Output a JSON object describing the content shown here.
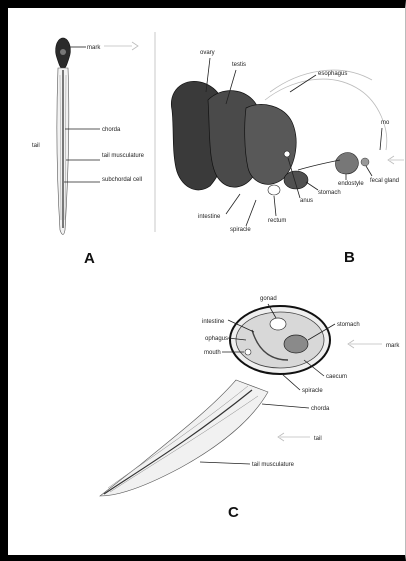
{
  "panels": {
    "a": {
      "letter": "A",
      "labels": {
        "mark": "mark",
        "tail": "tail",
        "chorda": "chorda",
        "tail_musculature": "tail musculature",
        "subchordal_cell": "subchordal cell"
      }
    },
    "b": {
      "letter": "B",
      "labels": {
        "ovary": "ovary",
        "testis": "testis",
        "esophagus": "esophagus",
        "intestine": "intestine",
        "spiracle": "spiracle",
        "rectum": "rectum",
        "anus": "anus",
        "stomach": "stomach",
        "endostyle": "endostyle",
        "fecal_gland": "fecal gland",
        "mo_cut": "mo"
      }
    },
    "c": {
      "letter": "C",
      "labels": {
        "gonad": "gonad",
        "intestine": "intestine",
        "stomach": "stomach",
        "ophagus": "ophagus",
        "mark": "mark",
        "mouth": "mouth",
        "caecum": "caecum",
        "spiracle": "spiracle",
        "chorda": "chorda",
        "tail": "tail",
        "tail_musculature": "tail musculature"
      }
    }
  }
}
